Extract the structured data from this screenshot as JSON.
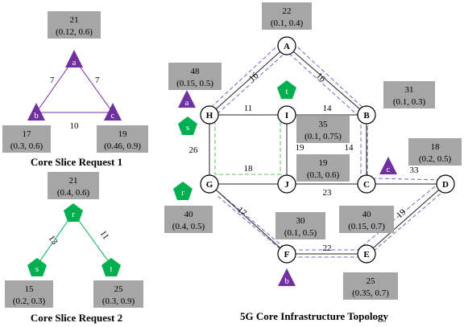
{
  "colors": {
    "purple": "#7030a0",
    "green": "#00b050",
    "box_gray": "#a6a6a6",
    "path_purple": "#8060c0",
    "path_green": "#60c060"
  },
  "request1": {
    "title": "Core Slice Request 1",
    "nodes": {
      "a": {
        "label": "a",
        "box_line1": "21",
        "box_line2": "(0.12, 0.6)"
      },
      "b": {
        "label": "b",
        "box_line1": "17",
        "box_line2": "(0.3, 0.6)"
      },
      "c": {
        "label": "c",
        "box_line1": "19",
        "box_line2": "(0.46, 0.9)"
      }
    },
    "edges": {
      "ab": "7",
      "ac": "7",
      "bc": "10"
    }
  },
  "request2": {
    "title": "Core Slice Request 2",
    "nodes": {
      "r": {
        "label": "r",
        "box_line1": "21",
        "box_line2": "(0.4, 0.6)"
      },
      "s": {
        "label": "s",
        "box_line1": "15",
        "box_line2": "(0.2, 0.3)"
      },
      "t": {
        "label": "t",
        "box_line1": "25",
        "box_line2": "(0.3, 0.9)"
      }
    },
    "edges": {
      "rs": "13",
      "rt": "11"
    }
  },
  "topology": {
    "title": "5G Core Infrastructure Topology",
    "nodes": {
      "A": {
        "label": "A",
        "box_line1": "22",
        "box_line2": "(0.1, 0.4)"
      },
      "B": {
        "label": "B",
        "box_line1": "31",
        "box_line2": "(0.1, 0.3)"
      },
      "C": {
        "label": "C",
        "box_line1": "40",
        "box_line2": "(0.15, 0.7)"
      },
      "D": {
        "label": "D",
        "box_line1": "18",
        "box_line2": "(0.2, 0.5)"
      },
      "E": {
        "label": "E",
        "box_line1": "25",
        "box_line2": "(0.35, 0.7)"
      },
      "F": {
        "label": "F",
        "box_line1": "30",
        "box_line2": "(0.1, 0.5)"
      },
      "G": {
        "label": "G",
        "box_line1": "40",
        "box_line2": "(0.4, 0.5)"
      },
      "H": {
        "label": "H",
        "box_line1": "48",
        "box_line2": "(0.15, 0.5)"
      },
      "I": {
        "label": "I",
        "box_line1": "35",
        "box_line2": "(0.1, 0.75)"
      },
      "J": {
        "label": "J",
        "box_line1": "19",
        "box_line2": "(0.3, 0.6)"
      }
    },
    "edges": {
      "AH": "16",
      "AB": "16",
      "HI": "11",
      "IB": "14",
      "HG": "26",
      "IJ": "19",
      "BC": "14",
      "GJ": "18",
      "JC": "23",
      "CD": "33",
      "GF": "17",
      "FE": "22",
      "ED": "19"
    },
    "mapped": {
      "a": "a",
      "b": "b",
      "c": "c",
      "r": "r",
      "s": "s",
      "t": "t"
    }
  }
}
